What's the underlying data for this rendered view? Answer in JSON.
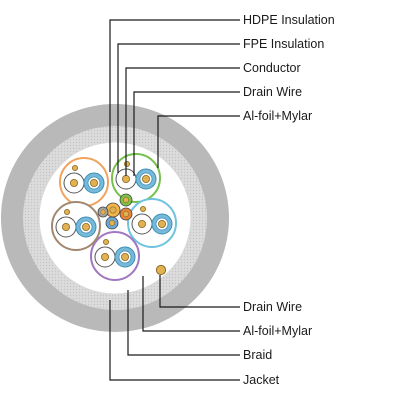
{
  "colors": {
    "jacket": "#b9b9b9",
    "braid": "#d9d9d9",
    "filler": "#ffffff",
    "conductor": "#e2b252",
    "fpe": "#ffffff",
    "foil": "#76b9d8",
    "pair_orange": "#f0a35c",
    "pair_green": "#76c04e",
    "pair_blue": "#6fc3df",
    "pair_brown": "#a28870",
    "pair_purple": "#a277c2",
    "line": "#1a1a1a"
  },
  "labels": {
    "top": [
      {
        "text": "HDPE Insulation"
      },
      {
        "text": "FPE Insulation"
      },
      {
        "text": "Conductor"
      },
      {
        "text": "Drain Wire"
      },
      {
        "text": "Al-foil+Mylar"
      }
    ],
    "bottom": [
      {
        "text": "Drain Wire"
      },
      {
        "text": "Al-foil+Mylar"
      },
      {
        "text": "Braid"
      },
      {
        "text": "Jacket"
      }
    ]
  },
  "pairs": [
    {
      "name": "pair-orange",
      "color_key": "pair_orange"
    },
    {
      "name": "pair-green",
      "color_key": "pair_green"
    },
    {
      "name": "pair-blue",
      "color_key": "pair_blue"
    },
    {
      "name": "pair-purple",
      "color_key": "pair_purple"
    },
    {
      "name": "pair-brown",
      "color_key": "pair_brown"
    }
  ],
  "core_colors": [
    "#f2b54a",
    "#7cc245",
    "#e88438",
    "#6aa9d6",
    "#a6a6a6"
  ]
}
